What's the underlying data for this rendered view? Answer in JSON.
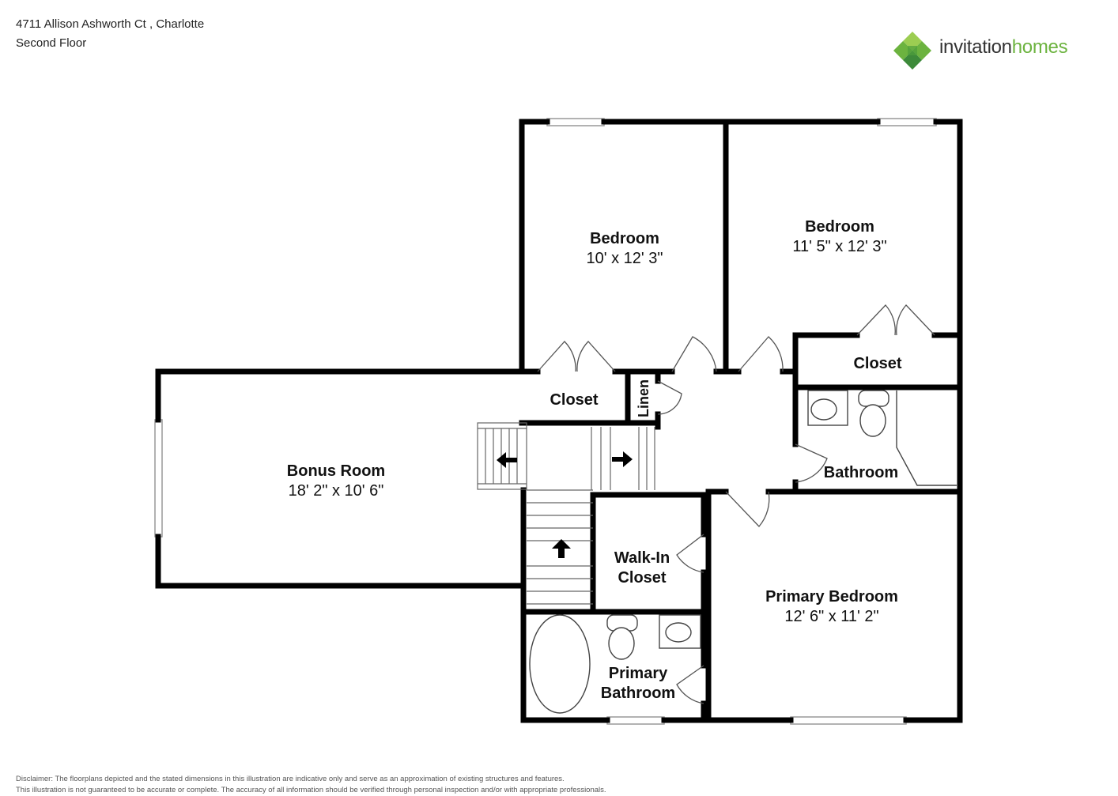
{
  "header": {
    "address": "4711 Allison Ashworth Ct , Charlotte",
    "floor": "Second Floor"
  },
  "logo": {
    "icon": "stacked-squares-logo-icon",
    "word_a": "invitation",
    "word_b": "homes",
    "colors": {
      "green_dark": "#3d8a3a",
      "green_mid": "#6cb33f",
      "green_light": "#9ccd52",
      "text": "#333333"
    }
  },
  "rooms": {
    "bedroom_a": {
      "name": "Bedroom",
      "dims": "10' x 12' 3\""
    },
    "bedroom_b": {
      "name": "Bedroom",
      "dims": "11' 5\" x 12' 3\""
    },
    "closet_a": {
      "name": "Closet"
    },
    "closet_b": {
      "name": "Closet"
    },
    "linen": {
      "name": "Linen"
    },
    "bathroom": {
      "name": "Bathroom"
    },
    "bonus_room": {
      "name": "Bonus Room",
      "dims": "18' 2\" x 10' 6\""
    },
    "walk_in_closet": {
      "name_line1": "Walk-In",
      "name_line2": "Closet"
    },
    "primary_bedroom": {
      "name": "Primary Bedroom",
      "dims": "12' 6\" x 11' 2\""
    },
    "primary_bathroom": {
      "name_line1": "Primary",
      "name_line2": "Bathroom"
    }
  },
  "disclaimer": {
    "line1": "Disclaimer: The floorplans depicted and the stated dimensions in this illustration are indicative only and serve as an approximation of existing structures and features.",
    "line2": "This illustration is not guaranteed to be accurate or complete. The accuracy of all information should be verified through personal inspection and/or with appropriate professionals."
  },
  "colors": {
    "wall": "#000000",
    "fixture": "#444444",
    "window": "#bbbbbb"
  }
}
